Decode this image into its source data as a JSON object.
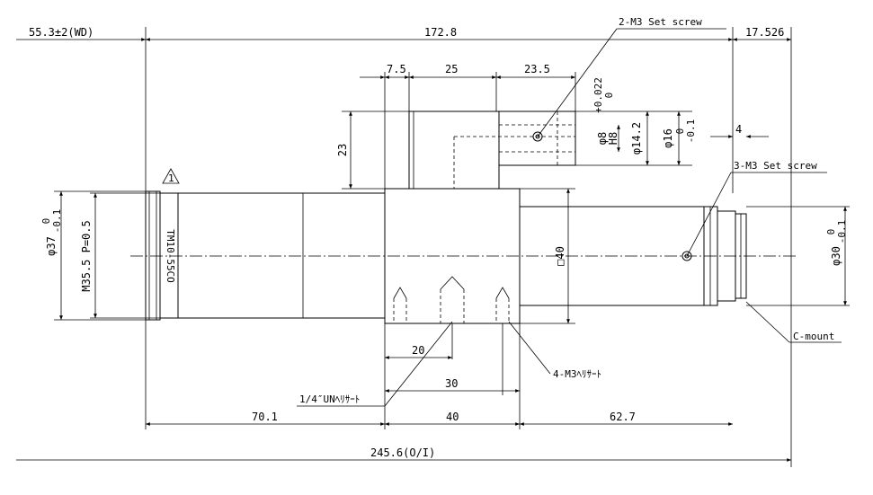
{
  "dimensions": {
    "wd": "55.3±2(WD)",
    "total_length": "172.8",
    "rear_length": "17.526",
    "box_offset": "7.5",
    "box_width": "25",
    "tube_length": "23.5",
    "tol_h8": "+0.022",
    "tol_h8_lower": "0",
    "phi8": "φ8",
    "h8": "H8",
    "phi14": "φ14.2",
    "phi16": "φ16",
    "tol_16_upper": "0",
    "tol_16_lower": "-0.1",
    "height23": "23",
    "rear_step": "4",
    "phi37": "φ37",
    "tol_37_upper": "0",
    "tol_37_lower": "-0.1",
    "thread_m35": "M35.5 P=0.5",
    "sq40": "□40",
    "phi30": "φ30",
    "tol_30_upper": "0",
    "tol_30_lower": "-0.1",
    "d20": "20",
    "d30": "30",
    "seg_70": "70.1",
    "seg_40": "40",
    "seg_62": "62.7",
    "overall": "245.6(O/I)"
  },
  "labels": {
    "set_screw_2": "2-M3 Set screw",
    "set_screw_3": "3-M3 Set screw",
    "c_mount": "C-mount",
    "helisert_m3": "4-M3ﾍﾘｻｰﾄ",
    "helisert_unc": "1/4″UNﾍﾘｻｰﾄ",
    "model": "TM10-55CO",
    "rev_mark": "1"
  }
}
